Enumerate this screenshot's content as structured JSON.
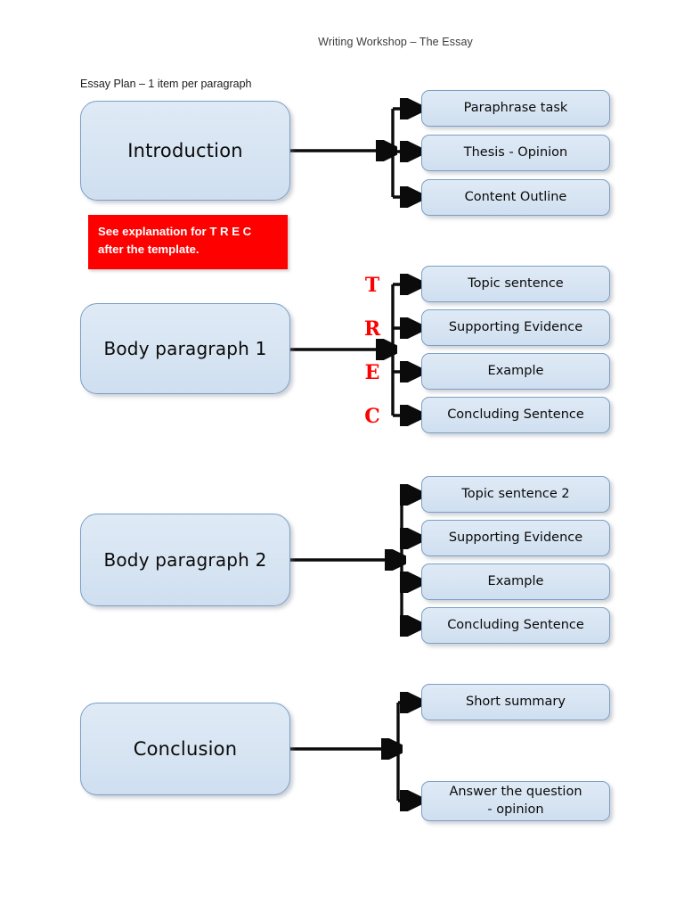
{
  "document": {
    "header": "Writing Workshop – The Essay",
    "plan_label": "Essay Plan – 1 item per paragraph"
  },
  "colors": {
    "node_fill": "#d9e5f3",
    "node_border": "#7d9fc4",
    "notice_bg": "#ff0000",
    "notice_text": "#ffffff",
    "trec_letter": "#ff0000",
    "connector": "#0b0b0b",
    "page_bg": "#ffffff"
  },
  "notice": {
    "line1": "See explanation for T R E C",
    "line2": "after the template."
  },
  "trec_letters": [
    {
      "letter": "T",
      "stands_for": "Topic sentence"
    },
    {
      "letter": "R",
      "stands_for": "Supporting Evidence"
    },
    {
      "letter": "E",
      "stands_for": "Example"
    },
    {
      "letter": "C",
      "stands_for": "Concluding Sentence"
    }
  ],
  "sections": [
    {
      "id": "introduction",
      "title": "Introduction",
      "items": [
        {
          "line1": "Paraphrase task",
          "line2": ""
        },
        {
          "line1": "Thesis - Opinion",
          "line2": ""
        },
        {
          "line1": "Content Outline",
          "line2": ""
        }
      ]
    },
    {
      "id": "body-paragraph-1",
      "title": "Body paragraph 1",
      "items": [
        {
          "line1": "Topic sentence",
          "line2": ""
        },
        {
          "line1": "Supporting Evidence",
          "line2": ""
        },
        {
          "line1": "Example",
          "line2": ""
        },
        {
          "line1": "Concluding Sentence",
          "line2": ""
        }
      ]
    },
    {
      "id": "body-paragraph-2",
      "title": "Body paragraph 2",
      "items": [
        {
          "line1": "Topic sentence 2",
          "line2": ""
        },
        {
          "line1": "Supporting Evidence",
          "line2": ""
        },
        {
          "line1": "Example",
          "line2": ""
        },
        {
          "line1": "Concluding Sentence",
          "line2": ""
        }
      ]
    },
    {
      "id": "conclusion",
      "title": "Conclusion",
      "items": [
        {
          "line1": "Short summary",
          "line2": ""
        },
        {
          "line1": "Answer the question",
          "line2": "- opinion"
        }
      ]
    }
  ]
}
